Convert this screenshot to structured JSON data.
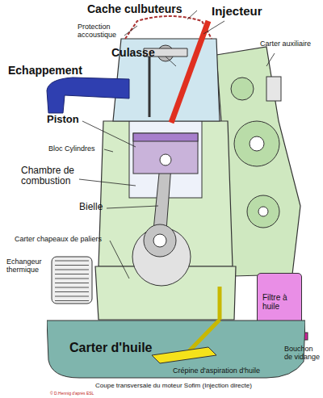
{
  "diagram": {
    "caption": "Coupe transversale du moteur Sofim (Injection directe)",
    "nodes": [
      {
        "text": [
          "Filtre à huile"
        ]
      },
      {
        "text": [
          "Carter d'huile"
        ]
      }
    ],
    "labels": [
      "Cache culbuteurs",
      "Injecteur",
      "Protection accoustique",
      "Culasse",
      "Carter auxiliaire",
      "Echappement",
      "Piston",
      "Bloc Cylindres",
      "Chambre de combustion",
      "Bielle",
      "Carter chapeaux de paliers",
      "Echangeur thermique",
      "Bouchon de vidange",
      "Crépine d'aspiration d'huile",
      "© D.Hennig d'après ESL"
    ]
  }
}
